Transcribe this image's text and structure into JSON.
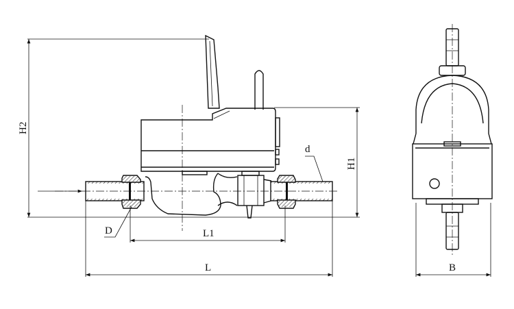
{
  "drawing": {
    "front_view": {
      "labels": {
        "H2": "H2",
        "H1": "H1",
        "d": "d",
        "D": "D",
        "L1": "L1",
        "L": "L"
      }
    },
    "side_view": {
      "labels": {
        "B": "B"
      }
    },
    "colors": {
      "line": "#111111",
      "background": "#ffffff"
    }
  }
}
